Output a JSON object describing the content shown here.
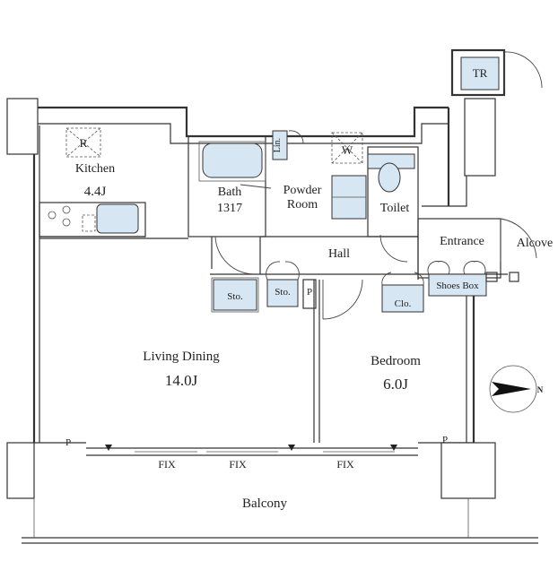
{
  "rooms": {
    "kitchen": {
      "name": "Kitchen",
      "size": "4.4J",
      "range_hood": "R"
    },
    "bath": {
      "name": "Bath",
      "size": "1317"
    },
    "linen": "Lin.",
    "washer": "W",
    "powder_room": {
      "line1": "Powder",
      "line2": "Room"
    },
    "toilet": "Toilet",
    "hall": "Hall",
    "entrance": "Entrance",
    "alcove": "Alcove",
    "trunk_room": "TR",
    "living_dining": {
      "name": "Living Dining",
      "size": "14.0J"
    },
    "bedroom": {
      "name": "Bedroom",
      "size": "6.0J"
    },
    "storage_1": "Sto.",
    "storage_2": "Sto.",
    "pipe_space_1": "P",
    "pipe_space_2": "P",
    "pipe_space_3": "P",
    "closet": "Clo.",
    "shoes_box": "Shoes Box",
    "balcony": "Balcony"
  },
  "windows": {
    "fix_1": "FIX",
    "fix_2": "FIX",
    "fix_3": "FIX"
  },
  "compass": {
    "label": "N",
    "pointer_direction": "east"
  }
}
